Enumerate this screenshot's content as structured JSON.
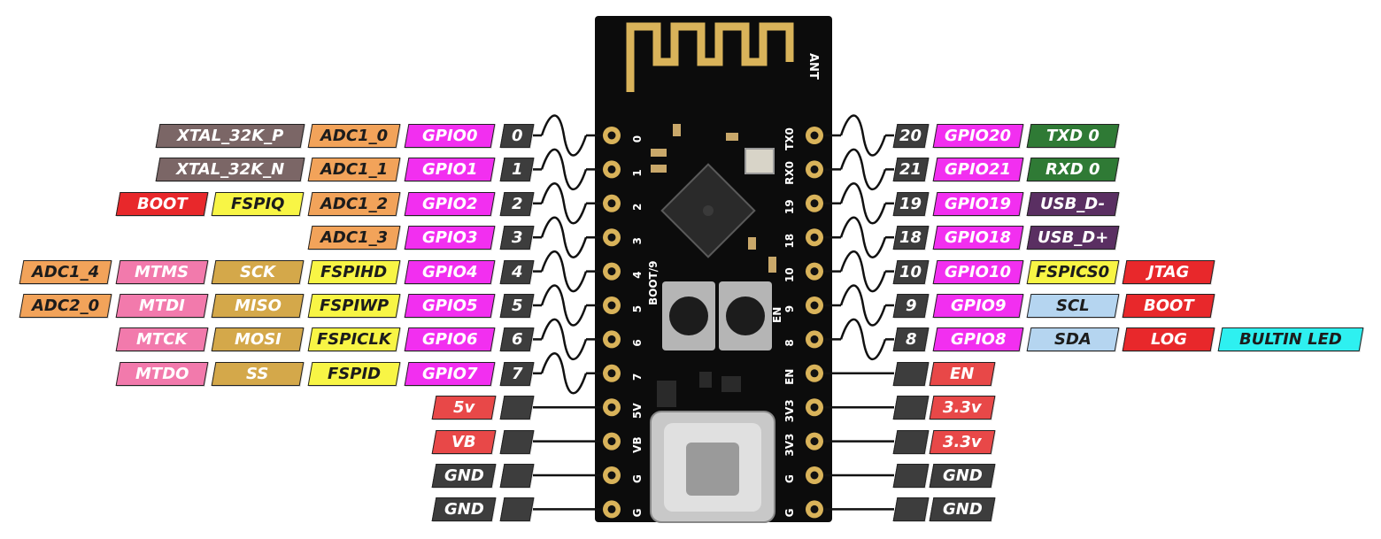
{
  "board": {
    "antenna_label": "ANT",
    "left_silk": [
      "0",
      "1",
      "2",
      "3",
      "4",
      "5",
      "6",
      "7",
      "5V",
      "VB",
      "G",
      "G"
    ],
    "right_silk": [
      "TX0",
      "RX0",
      "19",
      "18",
      "10",
      "9",
      "8",
      "EN",
      "3V3",
      "3V3",
      "G",
      "G"
    ],
    "boot_silk": "BOOT/9",
    "en_silk": "EN"
  },
  "left_pins": [
    {
      "num": "0",
      "gpio": "GPIO0",
      "labels": [
        "ADC1_0",
        "XTAL_32K_P"
      ],
      "signal": true
    },
    {
      "num": "1",
      "gpio": "GPIO1",
      "labels": [
        "ADC1_1",
        "XTAL_32K_N"
      ],
      "signal": true
    },
    {
      "num": "2",
      "gpio": "GPIO2",
      "labels": [
        "ADC1_2",
        "FSPIQ",
        "BOOT"
      ],
      "signal": true
    },
    {
      "num": "3",
      "gpio": "GPIO3",
      "labels": [
        "ADC1_3"
      ],
      "signal": true
    },
    {
      "num": "4",
      "gpio": "GPIO4",
      "labels": [
        "FSPIHD",
        "SCK",
        "MTMS",
        "ADC1_4"
      ],
      "signal": true
    },
    {
      "num": "5",
      "gpio": "GPIO5",
      "labels": [
        "FSPIWP",
        "MISO",
        "MTDI",
        "ADC2_0"
      ],
      "signal": true
    },
    {
      "num": "6",
      "gpio": "GPIO6",
      "labels": [
        "FSPICLK",
        "MOSI",
        "MTCK"
      ],
      "signal": true
    },
    {
      "num": "7",
      "gpio": "GPIO7",
      "labels": [
        "FSPID",
        "SS",
        "MTDO"
      ],
      "signal": true
    },
    {
      "num": "",
      "gpio": "",
      "power": "5v",
      "signal": false
    },
    {
      "num": "",
      "gpio": "",
      "power": "VB",
      "signal": false
    },
    {
      "num": "",
      "gpio": "",
      "power": "GND",
      "signal": false
    },
    {
      "num": "",
      "gpio": "",
      "power": "GND",
      "signal": false
    }
  ],
  "right_pins": [
    {
      "num": "20",
      "gpio": "GPIO20",
      "labels": [
        "TXD 0"
      ],
      "signal": true
    },
    {
      "num": "21",
      "gpio": "GPIO21",
      "labels": [
        "RXD 0"
      ],
      "signal": true
    },
    {
      "num": "19",
      "gpio": "GPIO19",
      "labels": [
        "USB_D-"
      ],
      "signal": true
    },
    {
      "num": "18",
      "gpio": "GPIO18",
      "labels": [
        "USB_D+"
      ],
      "signal": true
    },
    {
      "num": "10",
      "gpio": "GPIO10",
      "labels": [
        "FSPICS0",
        "JTAG"
      ],
      "signal": true
    },
    {
      "num": "9",
      "gpio": "GPIO9",
      "labels": [
        "SCL",
        "BOOT"
      ],
      "signal": true
    },
    {
      "num": "8",
      "gpio": "GPIO8",
      "labels": [
        "SDA",
        "LOG",
        "BULTIN LED"
      ],
      "signal": true
    },
    {
      "num": "",
      "gpio": "",
      "power": "EN",
      "signal": false
    },
    {
      "num": "",
      "gpio": "",
      "power": "3.3v",
      "signal": false
    },
    {
      "num": "",
      "gpio": "",
      "power": "3.3v",
      "signal": false
    },
    {
      "num": "",
      "gpio": "",
      "power": "GND",
      "signal": false
    },
    {
      "num": "",
      "gpio": "",
      "power": "GND",
      "signal": false
    }
  ],
  "colors": {
    "gpio": "#f22ff0",
    "adc": "#f2a35a",
    "xtal": "#7b6666",
    "boot_red": "#e8282b",
    "fspi_yellow": "#f8f545",
    "spi_gold": "#d4a84a",
    "jtag_pink": "#f27aac",
    "uart_green": "#2f7a35",
    "usb_purple": "#5a2f62",
    "i2c_blue": "#b5d5f0",
    "led_cyan": "#2ef0f0",
    "power_red": "#e84848",
    "gnd_dark": "#3d3d3d",
    "board": "#0c0c0c",
    "copper": "#d9b35a"
  }
}
